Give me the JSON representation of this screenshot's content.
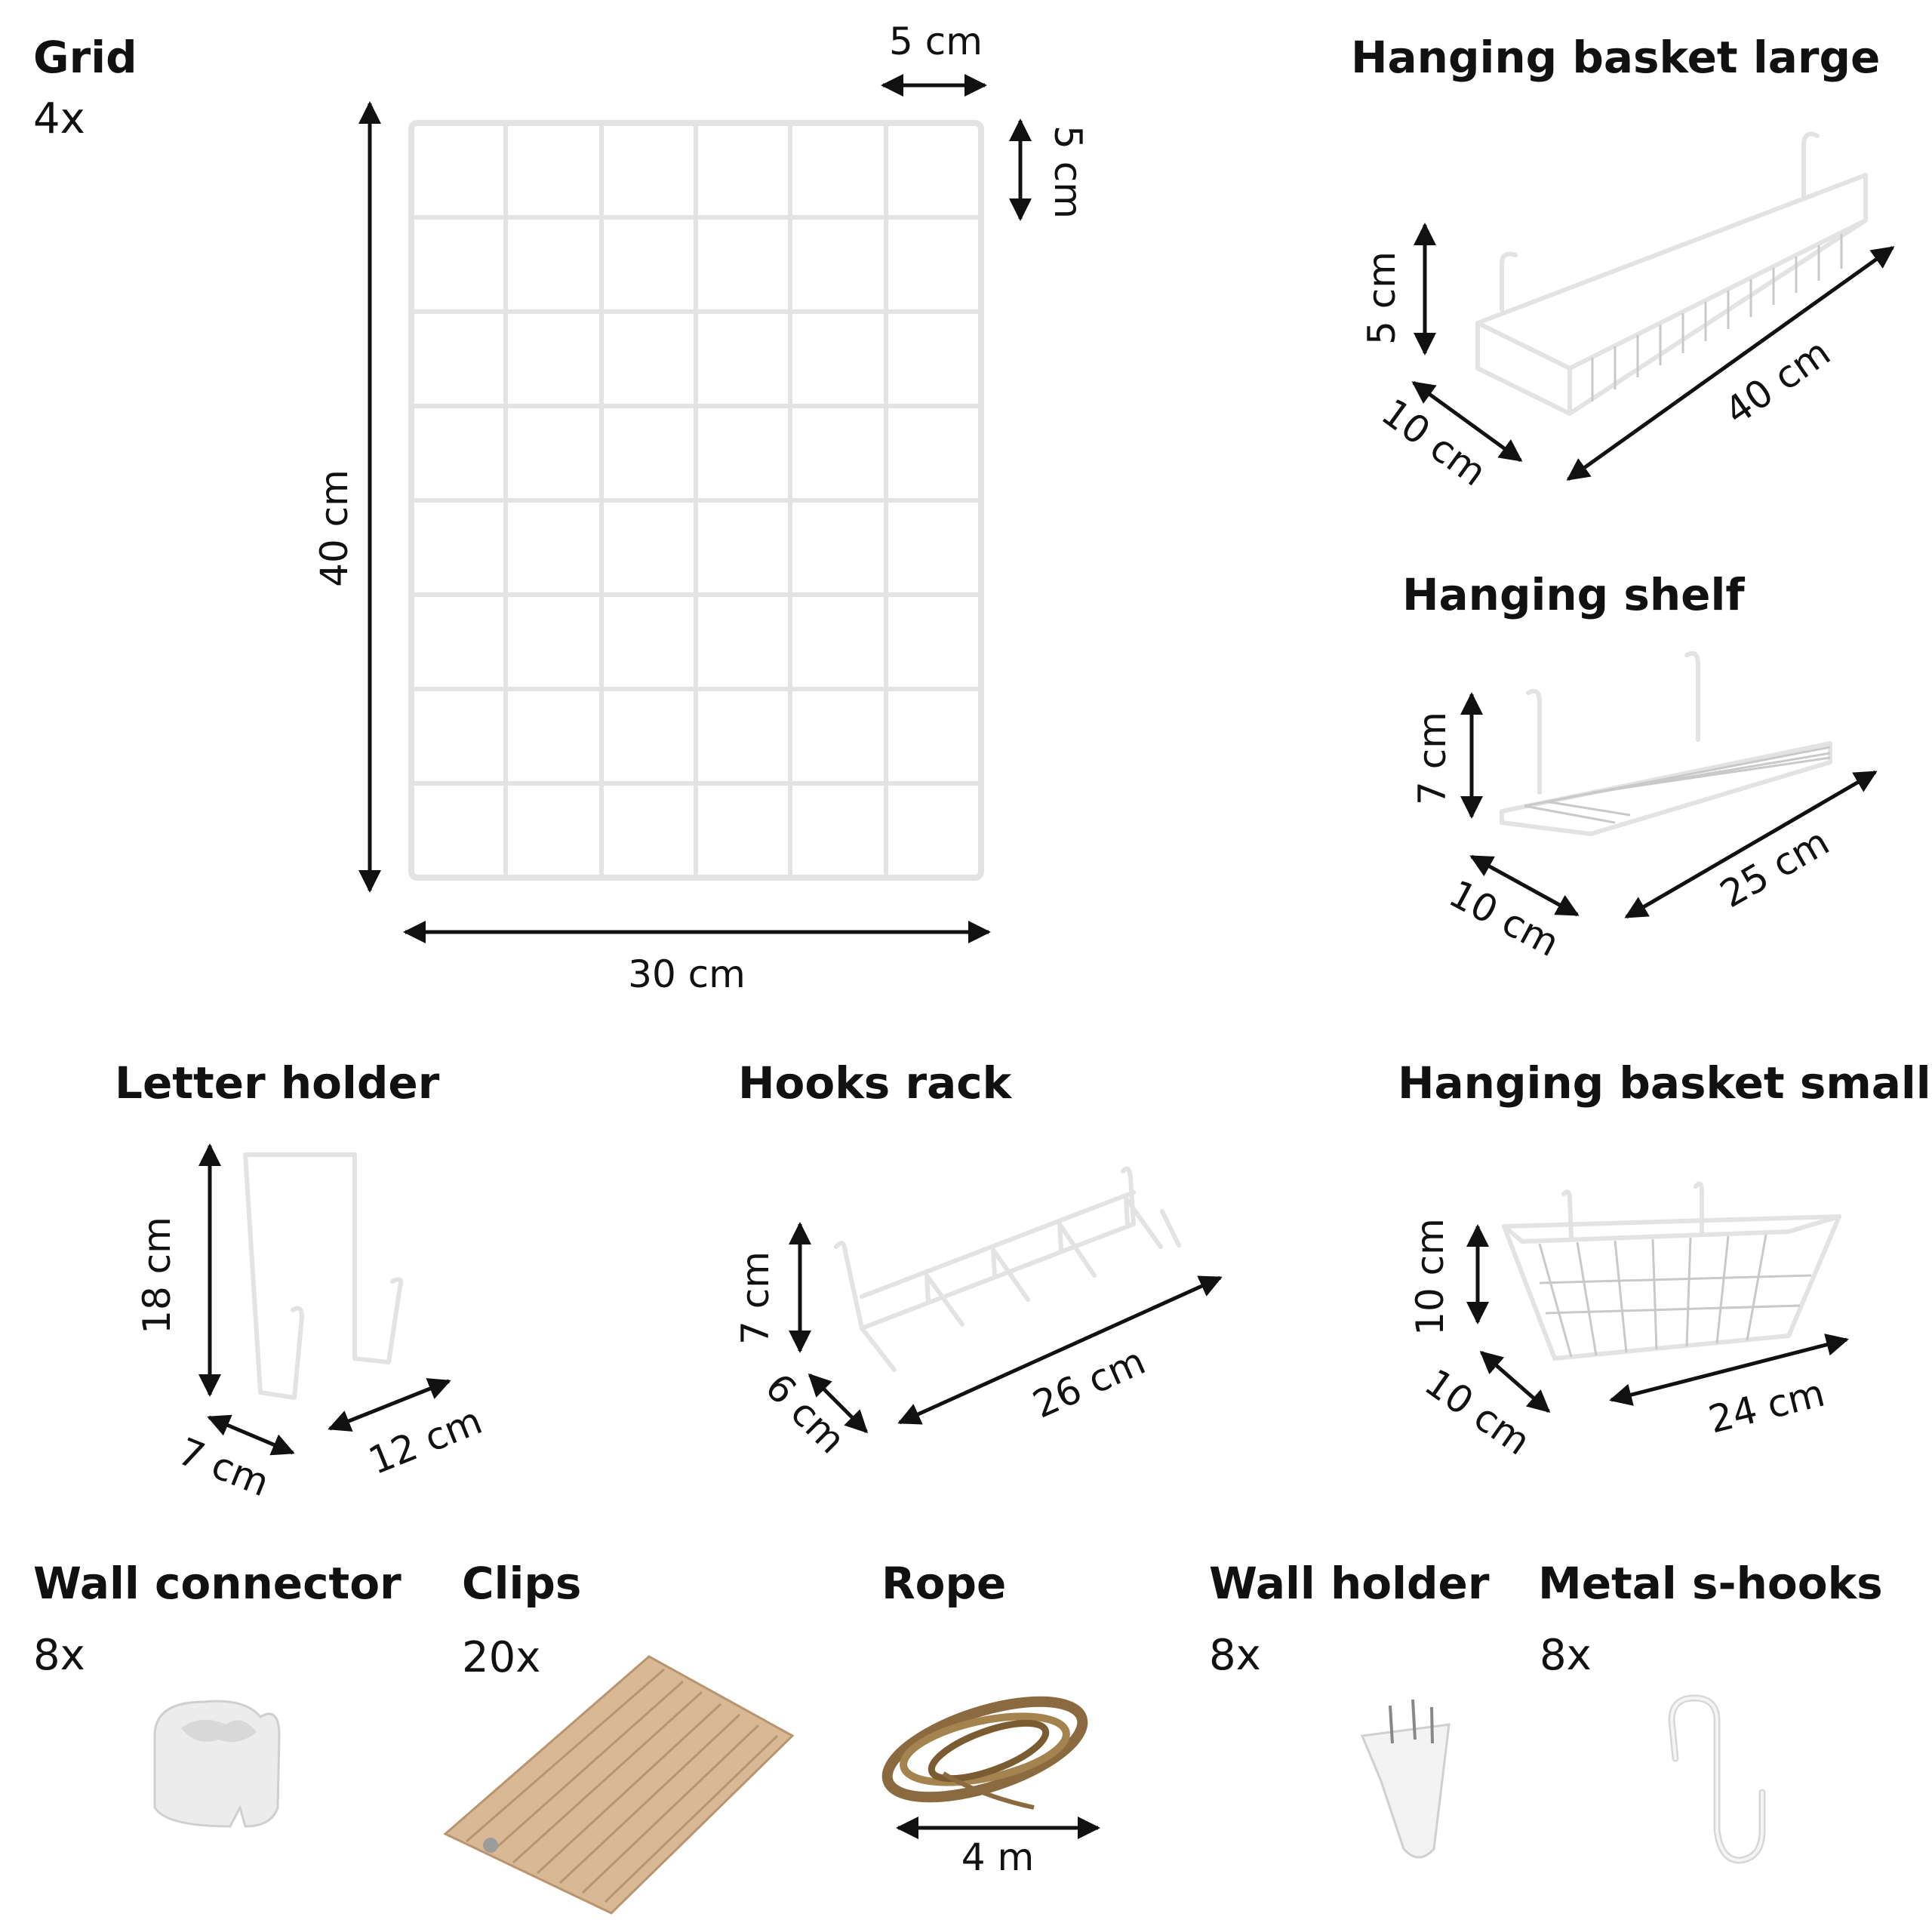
{
  "grid": {
    "title": "Grid",
    "qty": "4x",
    "dim_cell_w": "5 cm",
    "dim_cell_h": "5 cm",
    "dim_height": "40 cm",
    "dim_width": "30 cm"
  },
  "basket_large": {
    "title": "Hanging basket large",
    "dim_h": "5 cm",
    "dim_d": "10 cm",
    "dim_l": "40 cm"
  },
  "shelf": {
    "title": "Hanging shelf",
    "dim_h": "7 cm",
    "dim_d": "10 cm",
    "dim_l": "25 cm"
  },
  "letter_holder": {
    "title": "Letter holder",
    "dim_h": "18 cm",
    "dim_d": "7 cm",
    "dim_l": "12 cm"
  },
  "hooks_rack": {
    "title": "Hooks rack",
    "dim_h": "7 cm",
    "dim_d": "6 cm",
    "dim_l": "26 cm"
  },
  "basket_small": {
    "title": "Hanging basket small",
    "dim_h": "10 cm",
    "dim_d": "10 cm",
    "dim_l": "24 cm"
  },
  "wall_connector": {
    "title": "Wall connector",
    "qty": "8x"
  },
  "clips": {
    "title": "Clips",
    "qty": "20x"
  },
  "rope": {
    "title": "Rope",
    "dim_l": "4 m"
  },
  "wall_holder": {
    "title": "Wall holder",
    "qty": "8x"
  },
  "s_hooks": {
    "title": "Metal s-hooks",
    "qty": "8x"
  },
  "colors": {
    "wire": "#e3e3e3",
    "wood": "#d9b896",
    "rope": "#8a6a3e",
    "text": "#111111"
  }
}
